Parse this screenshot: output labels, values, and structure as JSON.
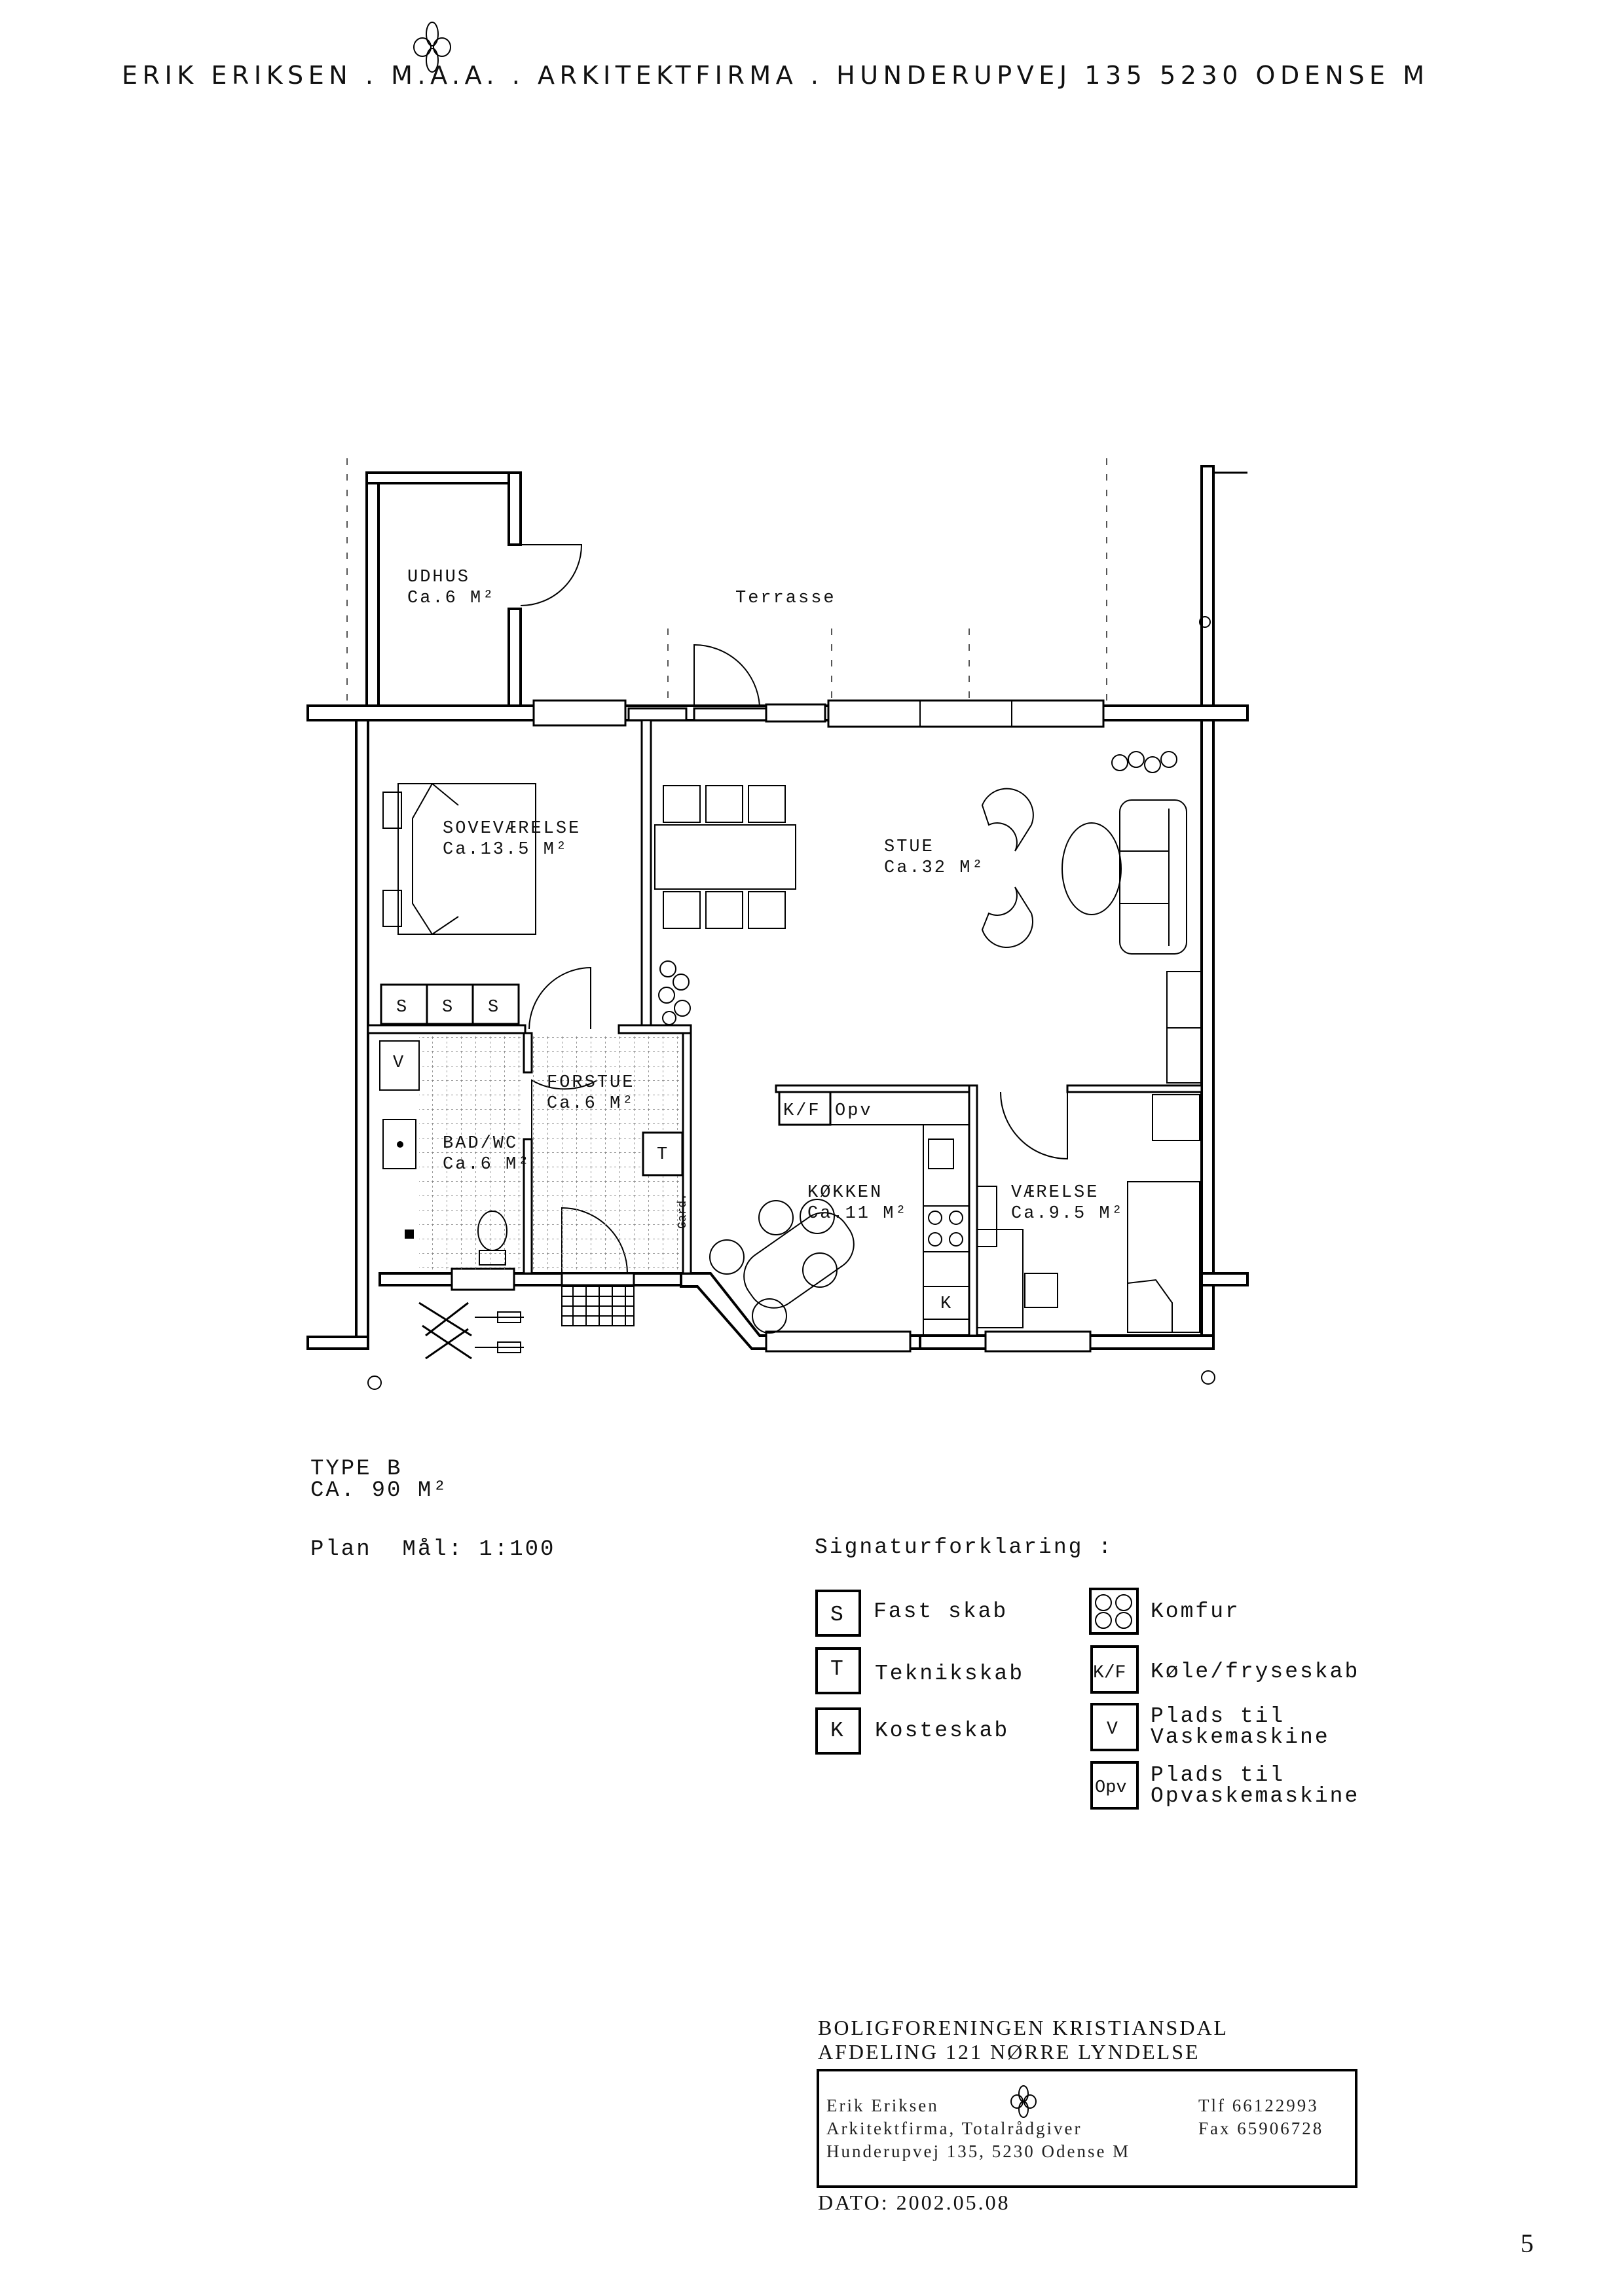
{
  "header": {
    "line": "ERIK ERIKSEN . M.A.A. . ARKITEKTFIRMA . HUNDERUPVEJ 135   5230 ODENSE M"
  },
  "plan": {
    "rooms": {
      "udhus": {
        "name": "UDHUS",
        "area": "Ca.6 M²"
      },
      "terrasse": {
        "name": "Terrasse"
      },
      "sovevaerelse": {
        "name": "SOVEVÆRELSE",
        "area": "Ca.13.5 M²"
      },
      "stue": {
        "name": "STUE",
        "area": "Ca.32 M²"
      },
      "forstue": {
        "name": "FORSTUE",
        "area": "Ca.6 M²"
      },
      "bad": {
        "name": "BAD/WC",
        "area": "Ca.6 M²"
      },
      "kokken": {
        "name": "KØKKEN",
        "area": "Ca.11 M²"
      },
      "vaerelse": {
        "name": "VÆRELSE",
        "area": "Ca.9.5 M²"
      }
    },
    "symbols": {
      "s": "S",
      "t": "T",
      "k": "K",
      "kf": "K/F",
      "opv": "Opv",
      "v": "V",
      "garderobe": "Gard."
    }
  },
  "info": {
    "type": "TYPE B",
    "area": "CA. 90 M²",
    "scale": "Plan  Mål: 1:100"
  },
  "legend": {
    "title": "Signaturforklaring :",
    "items": [
      {
        "symbol": "S",
        "label": "Fast skab"
      },
      {
        "symbol": "T",
        "label": "Teknikskab"
      },
      {
        "symbol": "K",
        "label": "Kosteskab"
      },
      {
        "symbol": "",
        "label": "Komfur"
      },
      {
        "symbol": "K/F",
        "label": "Køle/fryseskab"
      },
      {
        "symbol": "V",
        "label1": "Plads til",
        "label2": "Vaskemaskine"
      },
      {
        "symbol": "Opv",
        "label1": "Plads til",
        "label2": "Opvaskemaskine"
      }
    ]
  },
  "titleblock": {
    "client1": "BOLIGFORENINGEN KRISTIANSDAL",
    "client2": "AFDELING 121 NØRRE LYNDELSE",
    "firm": "Erik Eriksen",
    "tlf": "Tlf 66122993",
    "line2": "Arkitektfirma, Totalrådgiver",
    "fax": "Fax 65906728",
    "address": "Hunderupvej 135, 5230 Odense M",
    "date": "DATO: 2002.05.08"
  },
  "page_number": "5"
}
